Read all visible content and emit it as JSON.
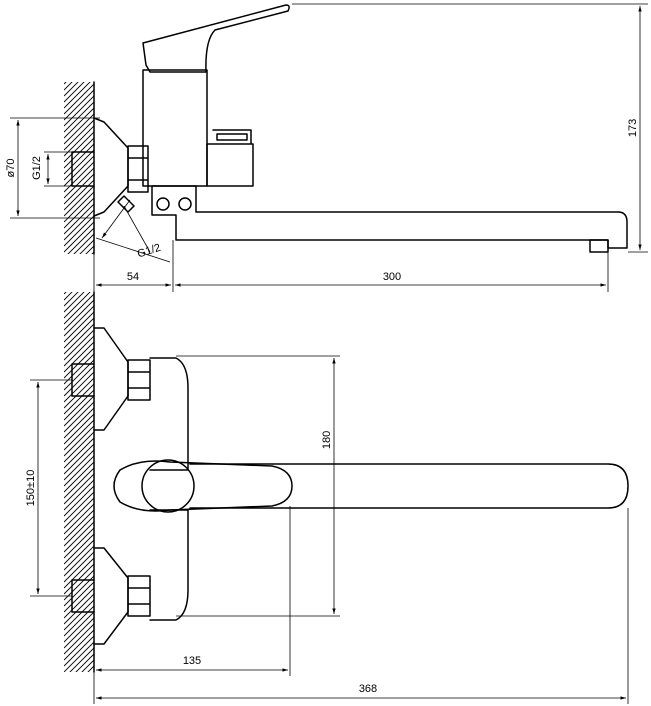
{
  "dimensions": {
    "side_view": {
      "height_total": "173",
      "flange_diameter": "ø70",
      "thread_inlet": "G1/2",
      "thread_outlet": "G1/2",
      "wall_to_body": "54",
      "spout_reach": "300"
    },
    "top_view": {
      "inlet_spacing": "150±10",
      "body_height": "180",
      "wall_to_handle": "135",
      "overall_length": "368"
    }
  }
}
